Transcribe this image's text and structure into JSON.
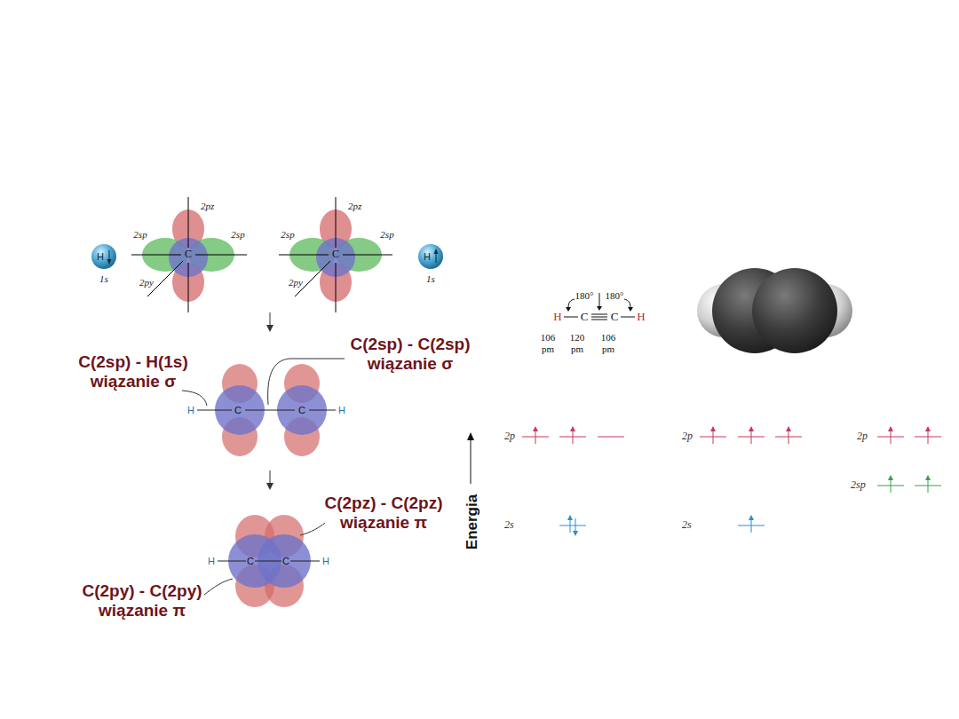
{
  "diagram": {
    "nodes": [
      {
        "text": [
          "H"
        ]
      },
      {
        "text": [
          "H"
        ]
      }
    ],
    "labels": [
      "2pz",
      "2sp",
      "2sp",
      "C",
      "2py",
      "2pz",
      "2sp",
      "2sp",
      "C",
      "2py",
      "1s",
      "1s",
      "C(2sp) - H(1s) wiązanie σ",
      "C(2sp) - C(2sp) wiązanie σ",
      "H",
      "C",
      "C",
      "H",
      "C(2pz) - C(2pz) wiązanie π",
      "H",
      "C",
      "C",
      "H",
      "C(2py) - C(2py) wiązanie π",
      "180°",
      "180°",
      "H",
      "C",
      "C",
      "H",
      "106 pm",
      "120 pm",
      "106 pm",
      "Energia",
      "2p",
      "2s",
      "2p",
      "2s",
      "2p",
      "2sp"
    ]
  }
}
